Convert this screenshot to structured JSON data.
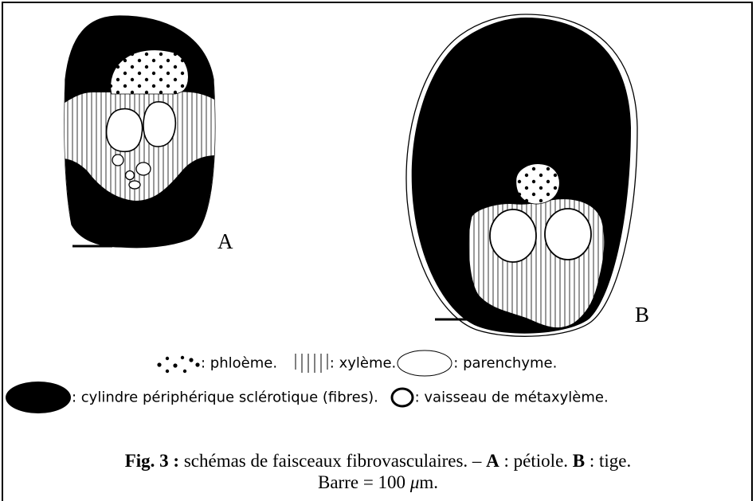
{
  "panels": {
    "a": {
      "letter": "A"
    },
    "b": {
      "letter": "B"
    }
  },
  "legend": {
    "phloeme": ": phloème.",
    "xyleme": ": xylème.",
    "parenchyme": ": parenchyme.",
    "cylindre": ": cylindre périphérique sclérotique (fibres).",
    "vaisseau": ": vaisseau de métaxylème."
  },
  "caption": {
    "fig_label": "Fig. 3 :",
    "text_1": " schémas de faisceaux fibrovasculaires. – ",
    "a_label": "A",
    "text_2": " : pétiole. ",
    "b_label": "B",
    "text_3": " : tige.",
    "line2_prefix": "Barre = 100 ",
    "line2_mu": "μ",
    "line2_suffix": "m."
  },
  "colors": {
    "ink": "#000000",
    "background": "#ffffff"
  }
}
